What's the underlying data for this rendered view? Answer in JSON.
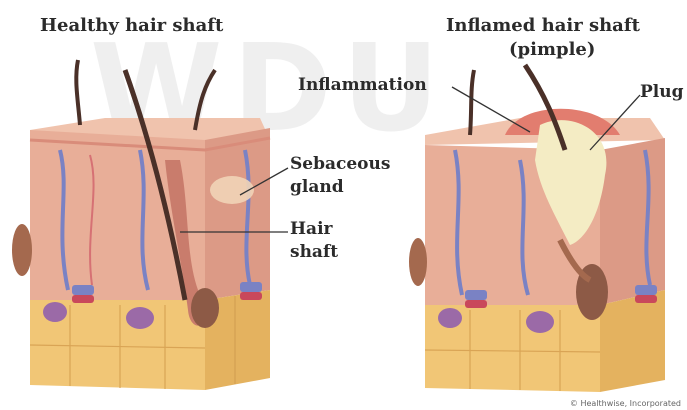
{
  "titles": {
    "left": "Healthy hair shaft",
    "right_line1": "Inflamed hair shaft",
    "right_line2": "(pimple)"
  },
  "labels": {
    "inflammation": "Inflammation",
    "plug": "Plug",
    "sebaceous_1": "Sebaceous",
    "sebaceous_2": "gland",
    "hair_1": "Hair",
    "hair_2": "shaft"
  },
  "credit": "© Healthwise, Incorporated",
  "watermark": "WDU",
  "colors": {
    "skin_top": "#e9b7a0",
    "skin_mid": "#e6a892",
    "fat": "#f0c979",
    "hair": "#4a3028",
    "vessel_blue": "#7a82c4",
    "vessel_red": "#c9485b",
    "plug": "#f4ecc4",
    "inflamed": "#e27d6f"
  }
}
